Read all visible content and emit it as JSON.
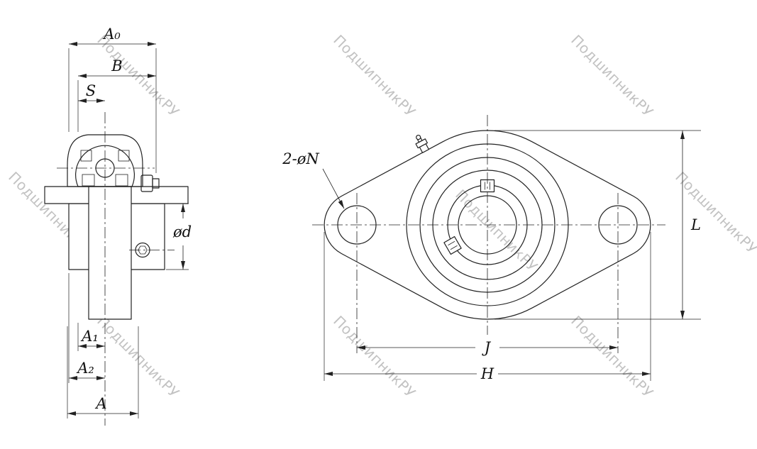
{
  "watermark": {
    "text": "ПодшипникРУ"
  },
  "colors": {
    "housing": "#a9e8f2",
    "line": "#222222",
    "watermark": "#b2b2b2"
  },
  "left_view": {
    "dims": {
      "a0": "A₀",
      "b": "B",
      "s": "S",
      "od": "ød",
      "a1": "A₁",
      "a2": "A₂",
      "a": "A"
    }
  },
  "right_view": {
    "dims": {
      "n": "2-øN",
      "l": "L",
      "j": "J",
      "h": "H"
    }
  }
}
